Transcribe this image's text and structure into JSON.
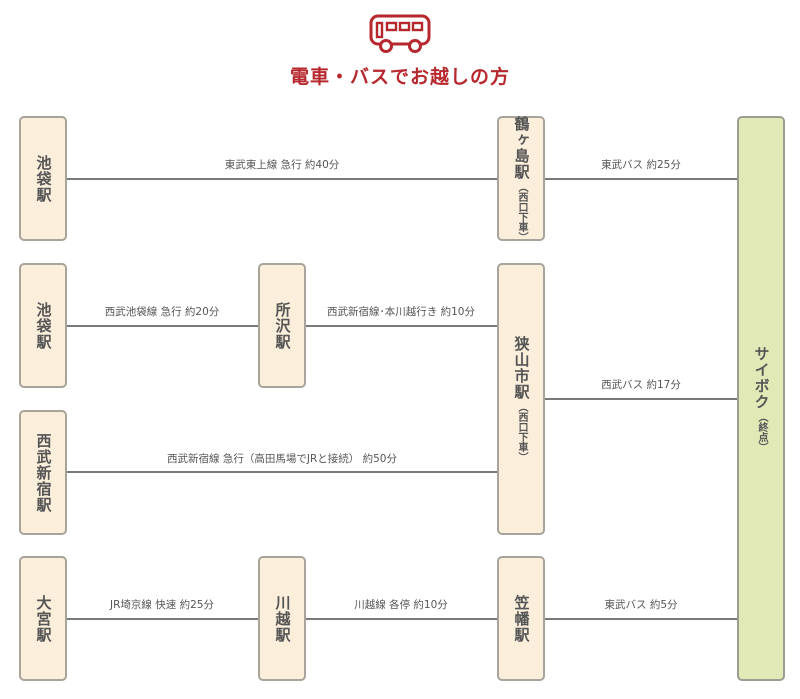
{
  "header": {
    "icon": "bus-icon",
    "title": "電車・バスでお越しの方",
    "accent_color": "#b7282e"
  },
  "stations": {
    "ikebukuro_1": {
      "name": "池袋駅"
    },
    "tsurugashima": {
      "name": "鶴ヶ島駅",
      "note": "（西口下車）"
    },
    "ikebukuro_2": {
      "name": "池袋駅"
    },
    "tokorozawa": {
      "name": "所沢駅"
    },
    "sayamashi": {
      "name": "狭山市駅",
      "note": "（西口下車）"
    },
    "seibu_shinjuku": {
      "name": "西武新宿駅"
    },
    "omiya": {
      "name": "大宮駅"
    },
    "kawagoe": {
      "name": "川越駅"
    },
    "kasahata": {
      "name": "笠幡駅"
    },
    "saiboku": {
      "name": "サイボク",
      "note": "（終点）"
    }
  },
  "routes": [
    {
      "from": "池袋駅",
      "to": "鶴ヶ島駅",
      "label": "東武東上線 急行 約40分"
    },
    {
      "from": "鶴ヶ島駅",
      "to": "サイボク",
      "label": "東武バス 約25分"
    },
    {
      "from": "池袋駅",
      "to": "所沢駅",
      "label": "西武池袋線 急行 約20分"
    },
    {
      "from": "所沢駅",
      "to": "狭山市駅",
      "label": "西武新宿線･本川越行き 約10分"
    },
    {
      "from": "狭山市駅",
      "to": "サイボク",
      "label": "西武バス 約17分"
    },
    {
      "from": "西武新宿駅",
      "to": "狭山市駅",
      "label": "西武新宿線 急行（高田馬場でJRと接続） 約50分"
    },
    {
      "from": "大宮駅",
      "to": "川越駅",
      "label": "JR埼京線 快速 約25分"
    },
    {
      "from": "川越駅",
      "to": "笠幡駅",
      "label": "川越線 各停 約10分"
    },
    {
      "from": "笠幡駅",
      "to": "サイボク",
      "label": "東武バス 約5分"
    }
  ],
  "colors": {
    "station_fill": "#fbefdc",
    "terminal_fill": "#e1e9b7",
    "line": "#7a7a7a"
  }
}
